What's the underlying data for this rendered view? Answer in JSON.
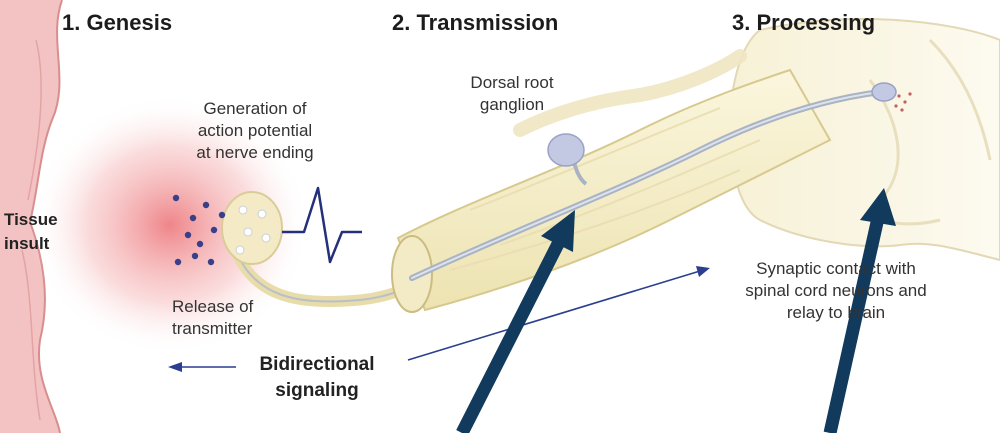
{
  "stages": [
    {
      "title": "1. Genesis"
    },
    {
      "title": "2. Transmission"
    },
    {
      "title": "3.  Processing"
    }
  ],
  "labels": {
    "tissue_insult": [
      "Tissue",
      "insult"
    ],
    "generation": [
      "Generation of",
      "action potential",
      "at nerve ending"
    ],
    "dorsal_root": [
      "Dorsal root",
      "ganglion"
    ],
    "release": [
      "Release of",
      "transmitter"
    ],
    "bidirectional": [
      "Bidirectional",
      "signaling"
    ],
    "synaptic": [
      "Synaptic contact with",
      "spinal cord neurons and",
      "relay to brain"
    ]
  },
  "colors": {
    "tissue": "#f4b8b8",
    "nerve": "#f6efc8",
    "arrow": "#113a5c",
    "signal_arrow": "#2a3f8f",
    "axon": "#a9b3c4"
  }
}
